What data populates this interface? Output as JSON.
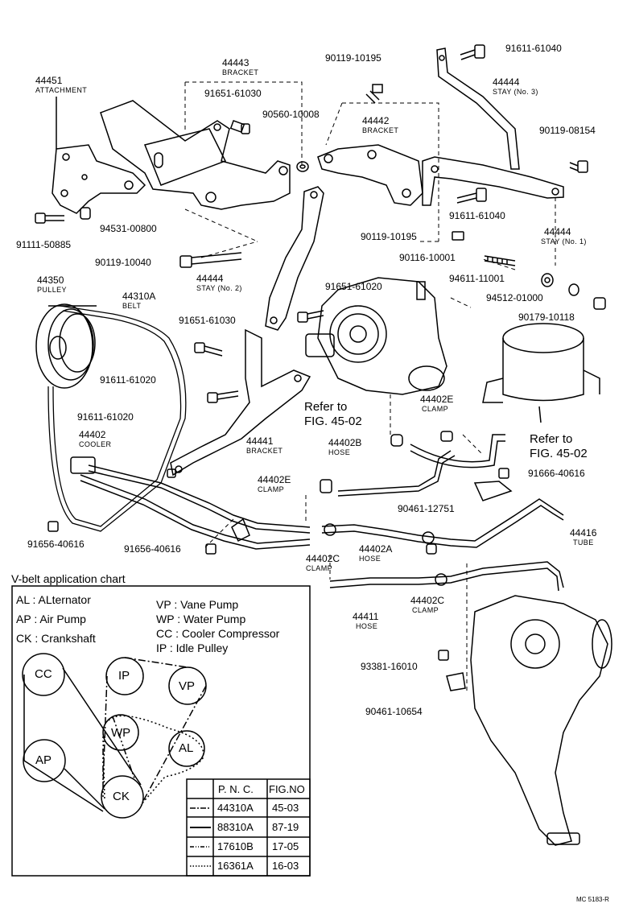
{
  "parts": [
    {
      "pn": "44451",
      "name": "ATTACHMENT"
    },
    {
      "pn": "44443",
      "name": "BRACKET"
    },
    {
      "pn": "91651-61030"
    },
    {
      "pn": "90560-10008"
    },
    {
      "pn": "90119-10195"
    },
    {
      "pn": "44442",
      "name": "BRACKET"
    },
    {
      "pn": "91611-61040"
    },
    {
      "pn": "44444",
      "name": "STAY (No. 3)"
    },
    {
      "pn": "90119-08154"
    },
    {
      "pn": "91111-50885"
    },
    {
      "pn": "94531-00800"
    },
    {
      "pn": "91611-61040"
    },
    {
      "pn": "90119-10195"
    },
    {
      "pn": "44444",
      "name": "STAY (No. 1)"
    },
    {
      "pn": "90119-10040"
    },
    {
      "pn": "44444",
      "name": "STAY (No. 2)"
    },
    {
      "pn": "90116-10001"
    },
    {
      "pn": "94611-11001"
    },
    {
      "pn": "94512-01000"
    },
    {
      "pn": "90179-10118"
    },
    {
      "pn": "44350",
      "name": "PULLEY"
    },
    {
      "pn": "44310A",
      "name": "BELT"
    },
    {
      "pn": "91651-61020"
    },
    {
      "pn": "91651-61030"
    },
    {
      "pn": "91611-61020"
    },
    {
      "pn": "91611-61020"
    },
    {
      "pn": "44402",
      "name": "COOLER"
    },
    {
      "pn": "44441",
      "name": "BRACKET"
    },
    {
      "pn": "44402E",
      "name": "CLAMP"
    },
    {
      "pn": "44402B",
      "name": "HOSE"
    },
    {
      "pn": "44402E",
      "name": "CLAMP"
    },
    {
      "pn": "91666-40616"
    },
    {
      "pn": "90461-12751"
    },
    {
      "pn": "91656-40616"
    },
    {
      "pn": "91656-40616"
    },
    {
      "pn": "44402C",
      "name": "CLAMP"
    },
    {
      "pn": "44402A",
      "name": "HOSE"
    },
    {
      "pn": "44416",
      "name": "TUBE"
    },
    {
      "pn": "44411",
      "name": "HOSE"
    },
    {
      "pn": "44402C",
      "name": "CLAMP"
    },
    {
      "pn": "93381-16010"
    },
    {
      "pn": "90461-10654"
    }
  ],
  "refs": [
    {
      "line1": "Refer to",
      "line2": "FIG. 45-02"
    },
    {
      "line1": "Refer to",
      "line2": "FIG. 45-02"
    }
  ],
  "chart": {
    "title": "V-belt application chart",
    "legend_left": [
      "AL : ALternator",
      "AP : Air Pump",
      "CK : Crankshaft"
    ],
    "legend_right": [
      "VP : Vane Pump",
      "WP : Water Pump",
      "CC : Cooler Compressor",
      "IP : Idle Pulley"
    ],
    "pulleys": [
      "CC",
      "IP",
      "VP",
      "WP",
      "AL",
      "AP",
      "CK"
    ],
    "table_headers": [
      "P. N. C.",
      "FIG.NO"
    ],
    "table_rows": [
      {
        "pnc": "44310A",
        "fig": "45-03",
        "style": "dash-dot"
      },
      {
        "pnc": "88310A",
        "fig": "87-19",
        "style": "solid"
      },
      {
        "pnc": "17610B",
        "fig": "17-05",
        "style": "dash-dotdot"
      },
      {
        "pnc": "16361A",
        "fig": "16-03",
        "style": "dotted"
      }
    ]
  },
  "footer": "MC 5183-R"
}
